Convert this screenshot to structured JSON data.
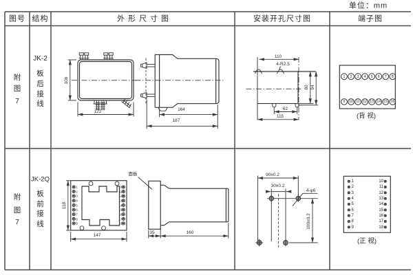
{
  "page": {
    "unit_label": "单位：mm"
  },
  "table": {
    "headers": {
      "fig_no": "图号",
      "structure": "结构",
      "outline": "外形尺寸图",
      "cutout": "安装开孔尺寸图",
      "terminal": "端子图"
    }
  },
  "rows": [
    {
      "figure_label": [
        "附",
        "图",
        "7"
      ],
      "model": "JK-2",
      "wiring": [
        "板",
        "后",
        "接",
        "线"
      ],
      "outline": {
        "dim_height": "106",
        "dim_width": "122",
        "dim_body": "164",
        "dim_total": "187"
      },
      "cutout": {
        "dim_top": "110",
        "notch_label": "4-R2.5",
        "dim_inner_h": "80",
        "dim_outer_h": "94",
        "dim_bottom_inner": "62",
        "dim_bottom": "115"
      },
      "terminals": {
        "top": [
          "1",
          "2",
          "3",
          "4",
          "5",
          "6",
          "7",
          "8"
        ],
        "bottom": [
          "9",
          "10",
          "11",
          "12",
          "13",
          "14",
          "15",
          "16"
        ],
        "view_label": "(背 视)"
      }
    },
    {
      "figure_label": [
        "附",
        "图",
        "7"
      ],
      "model": "JK-2Q",
      "wiring": [
        "板",
        "前",
        "接",
        "线"
      ],
      "outline": {
        "dim_height": "118",
        "dim_width": "147",
        "dim_flange": "35",
        "dim_body": "160",
        "panel_label": "面板"
      },
      "cutout": {
        "dim_width": "90±0.2",
        "dim_offset": "30±0.2",
        "holes_label": "4-φ6",
        "dim_height": "100±0.2"
      },
      "terminals": {
        "left": [
          "1",
          "2",
          "3",
          "4",
          "5",
          "6",
          "7",
          "8",
          "9"
        ],
        "right": [
          "10",
          "11",
          "12",
          "13",
          "14",
          "15",
          "16",
          "17",
          "18"
        ],
        "view_label": "(正 视)"
      }
    }
  ]
}
